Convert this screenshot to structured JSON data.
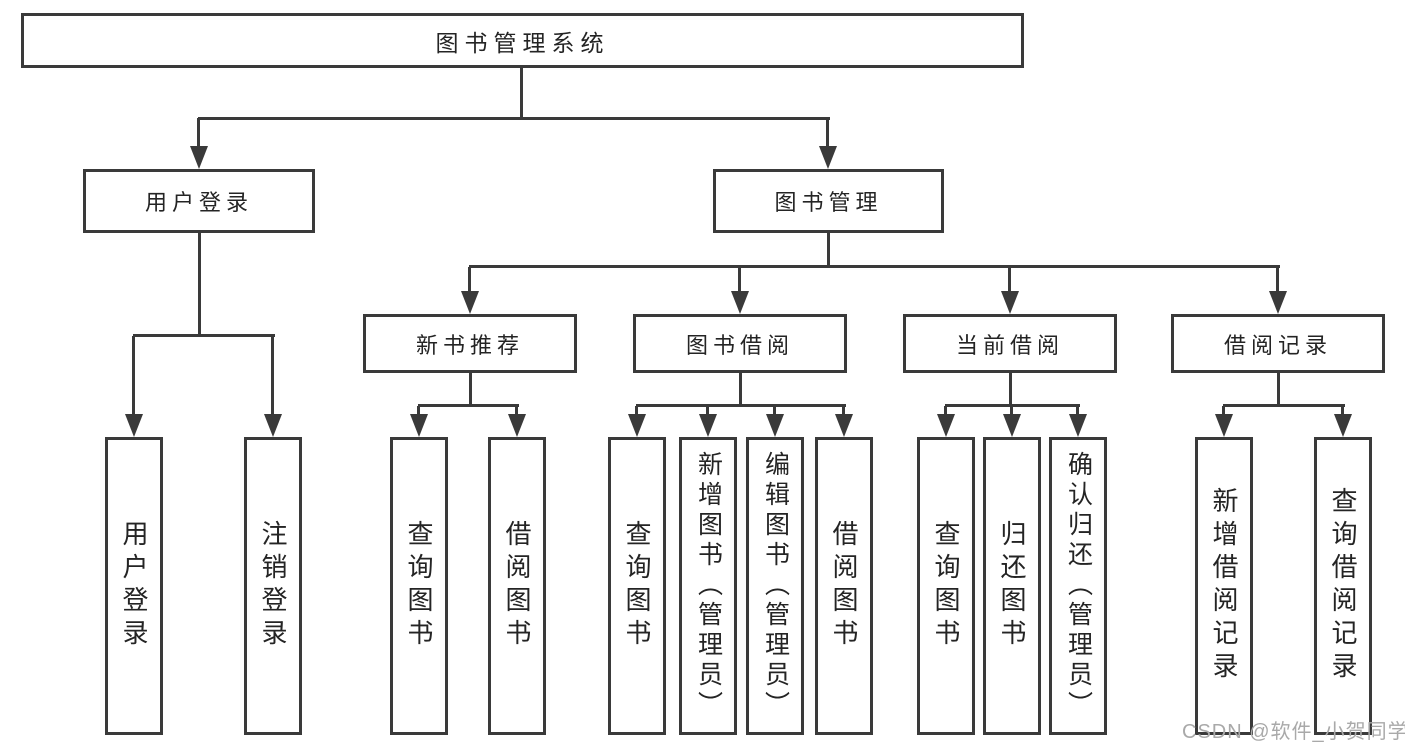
{
  "diagram": {
    "title": "图书管理系统",
    "root": "图书管理系统",
    "branches": {
      "user": "用户登录",
      "book": "图书管理"
    },
    "modules": [
      "新书推荐",
      "图书借阅",
      "当前借阅",
      "借阅记录"
    ],
    "leaves": {
      "user": [
        "用户登录",
        "注销登录"
      ],
      "recommend": [
        "查询图书",
        "借阅图书"
      ],
      "borrow": [
        "查询图书",
        "新增图书（管理员）",
        "编辑图书（管理员）",
        "借阅图书"
      ],
      "current": [
        "查询图书",
        "归还图书",
        "确认归还（管理员）"
      ],
      "records": [
        "新增借阅记录",
        "查询借阅记录"
      ]
    }
  },
  "watermark": {
    "text": "CSDN @软件_小贺同学"
  },
  "colors": {
    "line": "#3a3a3a",
    "text": "#242424",
    "watermark": "#a9a9a9",
    "background": "#ffffff"
  }
}
